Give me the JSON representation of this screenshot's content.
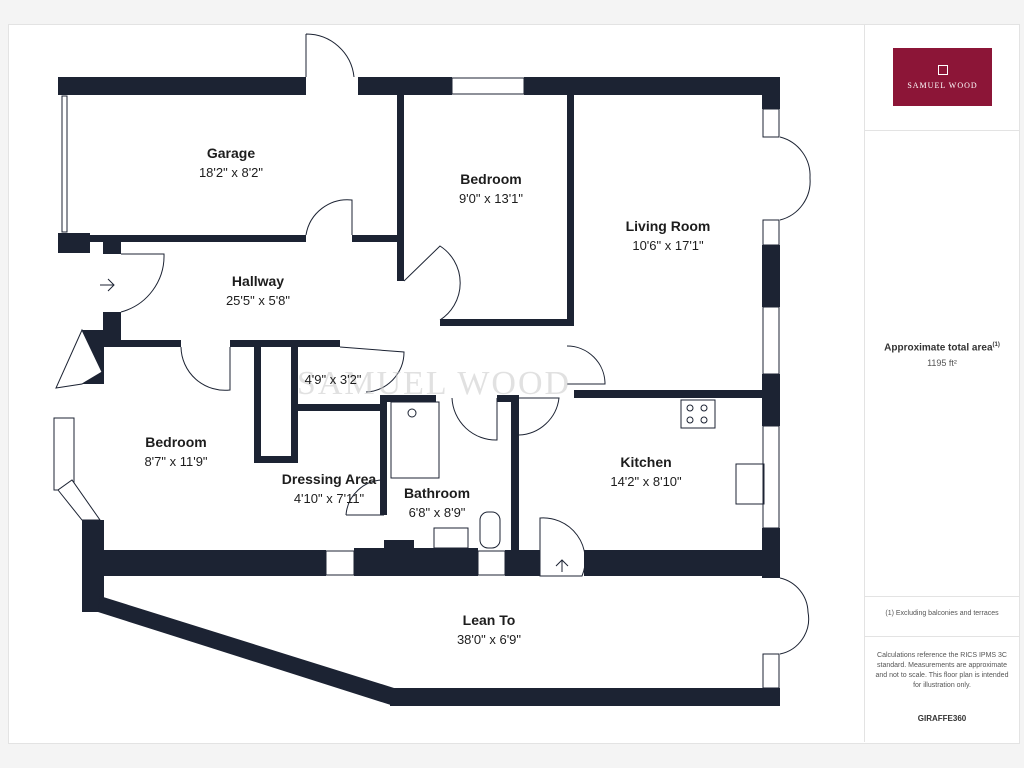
{
  "rooms": {
    "garage": {
      "name": "Garage",
      "dims": "18'2\" x 8'2\""
    },
    "bedroom1": {
      "name": "Bedroom",
      "dims": "9'0\" x 13'1\""
    },
    "living": {
      "name": "Living Room",
      "dims": "10'6\" x 17'1\""
    },
    "hallway": {
      "name": "Hallway",
      "dims": "25'5\" x 5'8\""
    },
    "cupboard": {
      "dims": "4'9\" x 3'2\""
    },
    "bedroom2": {
      "name": "Bedroom",
      "dims": "8'7\" x 11'9\""
    },
    "dressing": {
      "name": "Dressing Area",
      "dims": "4'10\" x 7'11\""
    },
    "bathroom": {
      "name": "Bathroom",
      "dims": "6'8\" x 8'9\""
    },
    "kitchen": {
      "name": "Kitchen",
      "dims": "14'2\" x 8'10\""
    },
    "leanto": {
      "name": "Lean To",
      "dims": "38'0\" x 6'9\""
    }
  },
  "watermark": "SAMUEL WOOD",
  "sidebar": {
    "logo_text": "SAMUEL WOOD",
    "area_label": "Approximate total area",
    "area_footnote": "(1)",
    "area_value": "1195 ft²",
    "exclusion_note": "(1) Excluding balconies and terraces",
    "calc_note": "Calculations reference the RICS IPMS 3C standard. Measurements are approximate and not to scale. This floor plan is intended for illustration only.",
    "brand": "GIRAFFE360"
  },
  "colors": {
    "wall": "#1c2333",
    "brand": "#8c1537"
  }
}
